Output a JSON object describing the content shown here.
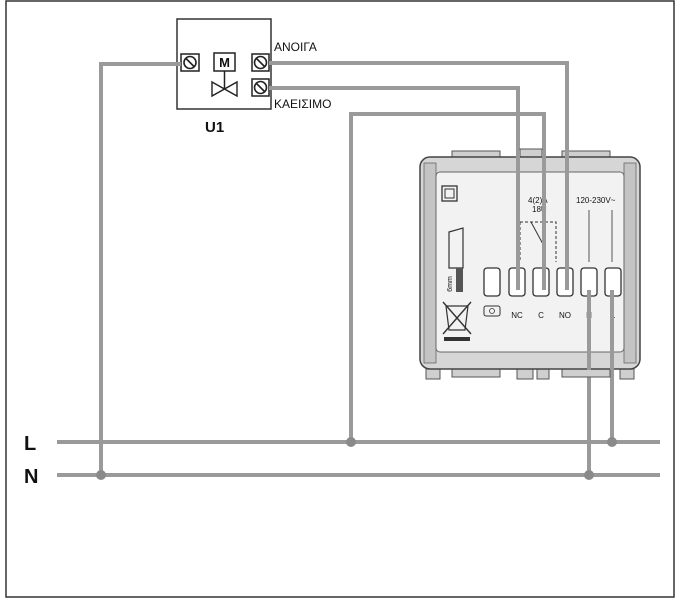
{
  "valve": {
    "id_label": "U1",
    "motor_label": "M",
    "open_label": "ΑΝΟΙΓΑ",
    "close_label": "ΚΑΕΙΣΙΜΟ"
  },
  "lines": {
    "l_label": "L",
    "n_label": "N"
  },
  "thermostat": {
    "relay_rating_1": "4(2)A",
    "relay_rating_2": "18U",
    "supply_label": "120-230V~",
    "gap_label": "6mm",
    "terminal_labels": [
      "NC",
      "C",
      "NO",
      "N",
      "L"
    ]
  },
  "icons": [
    "motor-valve-icon",
    "screw-terminal-icon",
    "phone-terminal-icon",
    "weee-bin-icon"
  ],
  "colors": {
    "wire": "#9a9a9a",
    "device_body": "#d6d6d6",
    "device_inner": "#f2f2f2",
    "frame": "#333333"
  }
}
